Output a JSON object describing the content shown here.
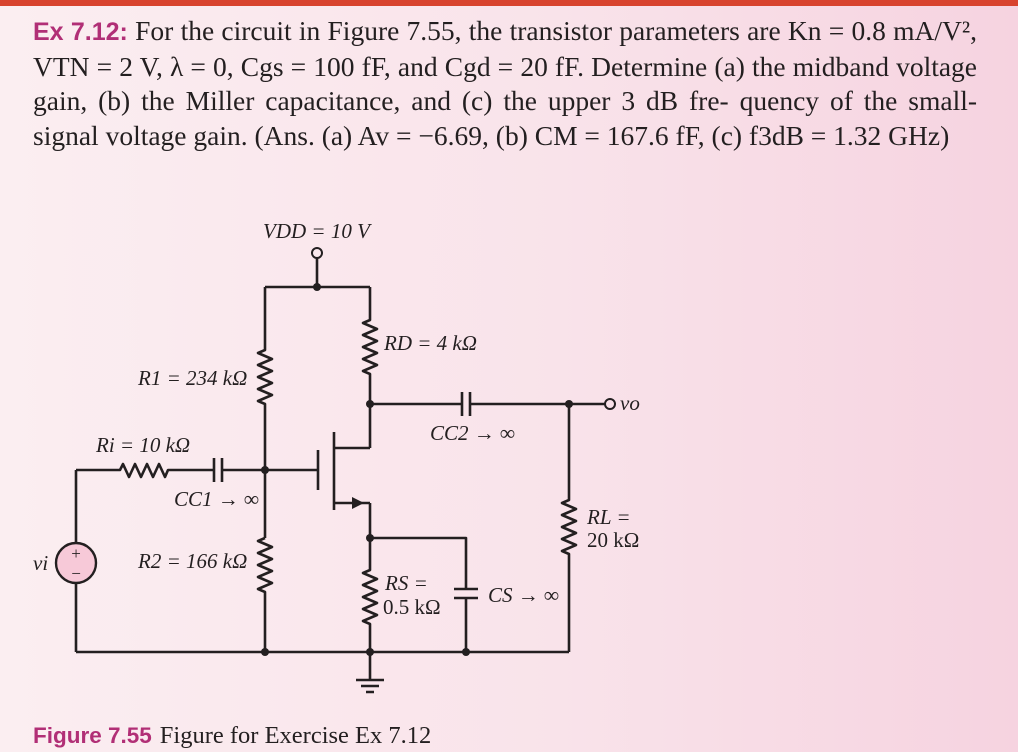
{
  "exercise": {
    "label": "Ex 7.12:",
    "line1": "For the circuit in Figure 7.55, the transistor parameters are",
    "line2": "Kn = 0.8 mA/V², VTN = 2 V, λ = 0, Cgs = 100 fF, and Cgd = 20 fF. Determine",
    "line3": "(a) the midband voltage gain, (b) the Miller capacitance, and (c) the upper 3 dB fre-",
    "line4": "quency of the small-signal voltage gain. (Ans. (a) Av = −6.69, (b) CM = 167.6 fF,",
    "line5": "(c) f3dB = 1.32 GHz)"
  },
  "circuit": {
    "vdd": "VDD = 10 V",
    "rd": "RD = 4 kΩ",
    "r1": "R1 = 234 kΩ",
    "r2": "R2 = 166 kΩ",
    "ri": "Ri = 10 kΩ",
    "cc1": "CC1 → ∞",
    "cc2": "CC2 → ∞",
    "rs_line1": "RS =",
    "rs_line2": "0.5 kΩ",
    "cs": "CS → ∞",
    "rl_line1": "RL =",
    "rl_line2": "20 kΩ",
    "vo": "vo",
    "vi": "vi",
    "src_plus": "+",
    "src_minus": "−"
  },
  "caption": {
    "label": "Figure 7.55",
    "text": "Figure for Exercise Ex 7.12"
  },
  "colors": {
    "accent": "#b12f76",
    "topbar": "#d8432e",
    "source_fill": "#f7c9d8"
  }
}
